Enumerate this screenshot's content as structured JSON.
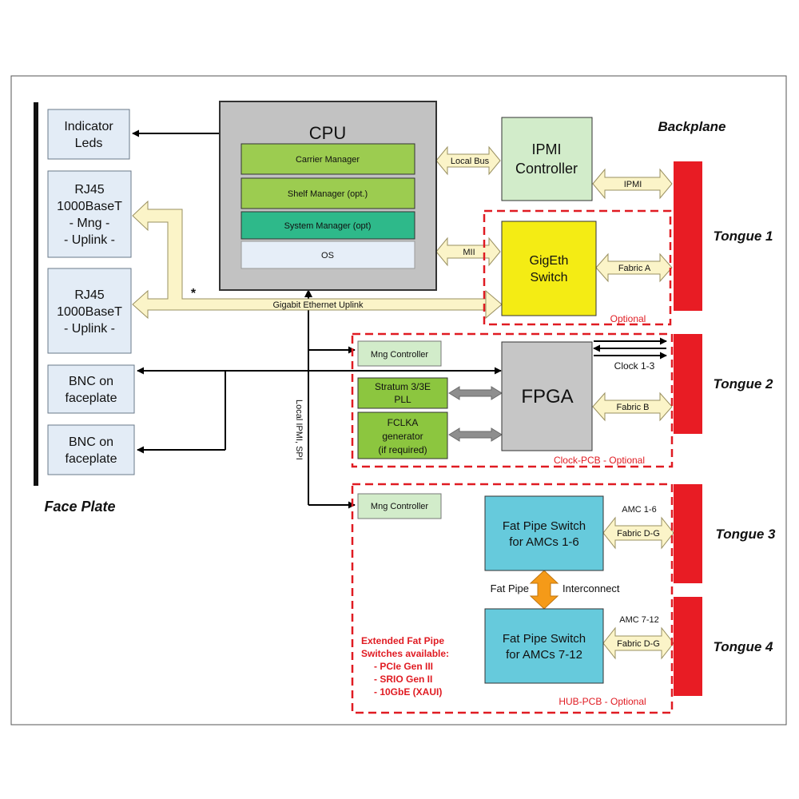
{
  "face_plate": {
    "label": "Face Plate",
    "indicator_leds": [
      "Indicator",
      "Leds"
    ],
    "rj45_mng": [
      "RJ45",
      "1000BaseT",
      "- Mng -",
      "- Uplink -"
    ],
    "rj45_uplink": [
      "RJ45",
      "1000BaseT",
      "- Uplink -"
    ],
    "bnc_1": [
      "BNC on",
      "faceplate"
    ],
    "bnc_2": [
      "BNC on",
      "faceplate"
    ]
  },
  "cpu": {
    "title": "CPU",
    "carrier_manager": "Carrier Manager",
    "shelf_manager": "Shelf Manager (opt.)",
    "system_manager": "System Manager (opt)",
    "os": "OS"
  },
  "ipmi_controller": [
    "IPMI",
    "Controller"
  ],
  "gigeth_switch": [
    "GigEth",
    "Switch"
  ],
  "fpga": "FPGA",
  "clock_pcb": {
    "mng_controller": "Mng Controller",
    "stratum_pll": [
      "Stratum 3/3E",
      "PLL"
    ],
    "fclka": [
      "FCLKA",
      "generator",
      "(if required)"
    ],
    "optional_label": "Clock-PCB - Optional"
  },
  "hub_pcb": {
    "mng_controller": "Mng Controller",
    "fat_pipe_1_6": [
      "Fat Pipe Switch",
      "for AMCs 1-6"
    ],
    "fat_pipe_7_12": [
      "Fat Pipe Switch",
      "for AMCs 7-12"
    ],
    "interconnect_left": "Fat Pipe",
    "interconnect_right": "Interconnect",
    "extended_note": [
      "Extended Fat Pipe",
      "Switches available:",
      "- PCIe Gen III",
      "- SRIO Gen II",
      "- 10GbE (XAUI)"
    ],
    "optional_label": "HUB-PCB - Optional"
  },
  "gigeth_optional_label": "Optional",
  "links": {
    "local_bus": "Local Bus",
    "ipmi": "IPMI",
    "mii": "MII",
    "fabric_a": "Fabric A",
    "gigabit_uplink": "Gigabit Ethernet Uplink",
    "asterisk": "*",
    "clock_1_3": "Clock 1-3",
    "fabric_b": "Fabric B",
    "local_ipmi_spi": "Local IPMI, SPI",
    "amc_1_6": "AMC 1-6",
    "amc_7_12": "AMC 7-12",
    "fabric_dg_1": "Fabric D-G",
    "fabric_dg_2": "Fabric D-G"
  },
  "backplane": {
    "label": "Backplane",
    "tongue_1": "Tongue 1",
    "tongue_2": "Tongue 2",
    "tongue_3": "Tongue 3",
    "tongue_4": "Tongue 4"
  },
  "colors": {
    "io_box_fill": "#e3ecf6",
    "cpu_fill": "#c2c2c2",
    "manager_green": "#9ccc50",
    "system_teal": "#2eb98a",
    "os_fill": "#e6eef8",
    "ipmi_fill": "#d2ecca",
    "gigeth_yellow": "#f4ec14",
    "fpga_fill": "#c6c6c6",
    "pll_green": "#8cc63f",
    "fat_pipe_cyan": "#66cadc",
    "tongue_red": "#e81c24",
    "dashed_red": "#e01b22",
    "arrow_fill": "#fbf4c8",
    "interconnect_orange": "#f59a18"
  }
}
